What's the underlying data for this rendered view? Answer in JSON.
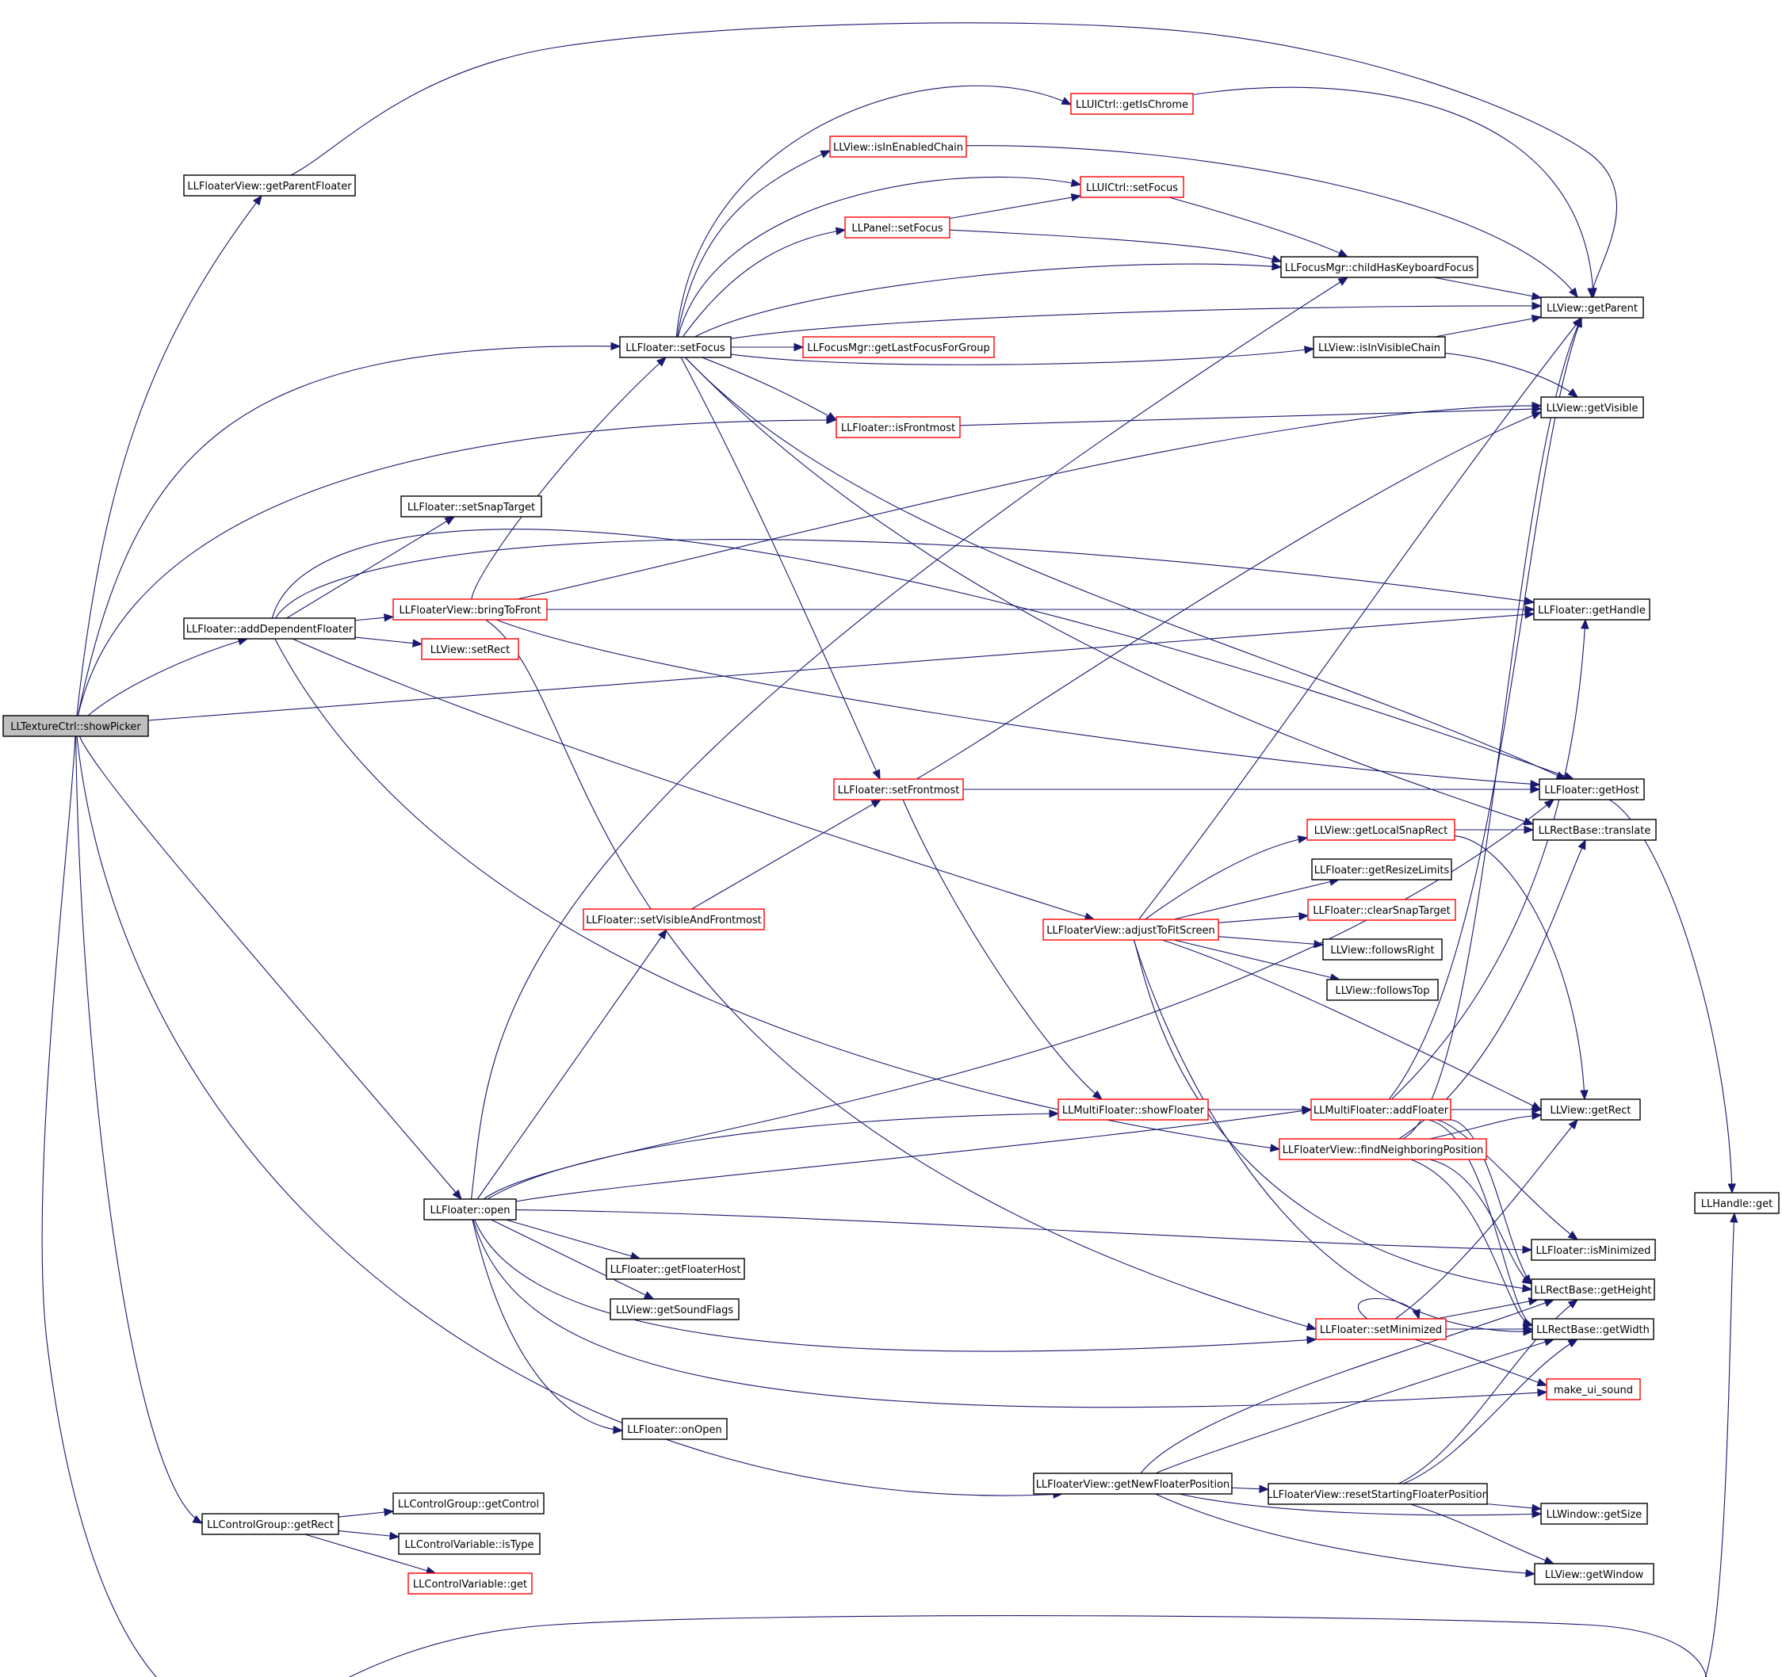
{
  "colors": {
    "edge": "#191970",
    "node_border_default": "#000000",
    "node_border_truncated": "#ff0000",
    "root_fill": "#bfbfbf",
    "background": "#ffffff"
  },
  "nodes": [
    {
      "id": "showPicker",
      "label": "LLTextureCtrl::showPicker",
      "border": "black",
      "root": true
    },
    {
      "id": "getParentFloater",
      "label": "LLFloaterView::getParentFloater",
      "border": "black"
    },
    {
      "id": "addDependentFloater",
      "label": "LLFloater::addDependentFloater",
      "border": "black"
    },
    {
      "id": "setSnapTarget",
      "label": "LLFloater::setSnapTarget",
      "border": "black"
    },
    {
      "id": "bringToFront",
      "label": "LLFloaterView::bringToFront",
      "border": "red"
    },
    {
      "id": "setRectView",
      "label": "LLView::setRect",
      "border": "red"
    },
    {
      "id": "setFocusFloater",
      "label": "LLFloater::setFocus",
      "border": "black"
    },
    {
      "id": "getIsChrome",
      "label": "LLUICtrl::getIsChrome",
      "border": "red"
    },
    {
      "id": "isInEnabledChain",
      "label": "LLView::isInEnabledChain",
      "border": "red"
    },
    {
      "id": "setFocusUICtrl",
      "label": "LLUICtrl::setFocus",
      "border": "red"
    },
    {
      "id": "setFocusPanel",
      "label": "LLPanel::setFocus",
      "border": "red"
    },
    {
      "id": "childHasKeyboardFocus",
      "label": "LLFocusMgr::childHasKeyboardFocus",
      "border": "black"
    },
    {
      "id": "getLastFocusForGroup",
      "label": "LLFocusMgr::getLastFocusForGroup",
      "border": "red"
    },
    {
      "id": "isInVisibleChain",
      "label": "LLView::isInVisibleChain",
      "border": "black"
    },
    {
      "id": "isFrontmost",
      "label": "LLFloater::isFrontmost",
      "border": "red"
    },
    {
      "id": "getParent",
      "label": "LLView::getParent",
      "border": "black"
    },
    {
      "id": "getVisible",
      "label": "LLView::getVisible",
      "border": "black"
    },
    {
      "id": "getHandle",
      "label": "LLFloater::getHandle",
      "border": "black"
    },
    {
      "id": "setFrontmost",
      "label": "LLFloater::setFrontmost",
      "border": "red"
    },
    {
      "id": "getHost",
      "label": "LLFloater::getHost",
      "border": "black"
    },
    {
      "id": "translate",
      "label": "LLRectBase::translate",
      "border": "black"
    },
    {
      "id": "getLocalSnapRect",
      "label": "LLView::getLocalSnapRect",
      "border": "red"
    },
    {
      "id": "getResizeLimits",
      "label": "LLFloater::getResizeLimits",
      "border": "black"
    },
    {
      "id": "clearSnapTarget",
      "label": "LLFloater::clearSnapTarget",
      "border": "red"
    },
    {
      "id": "adjustToFitScreen",
      "label": "LLFloaterView::adjustToFitScreen",
      "border": "red"
    },
    {
      "id": "followsRight",
      "label": "LLView::followsRight",
      "border": "black"
    },
    {
      "id": "followsTop",
      "label": "LLView::followsTop",
      "border": "black"
    },
    {
      "id": "setVisibleAndFrontmost",
      "label": "LLFloater::setVisibleAndFrontmost",
      "border": "red"
    },
    {
      "id": "showFloater",
      "label": "LLMultiFloater::showFloater",
      "border": "red"
    },
    {
      "id": "addFloater",
      "label": "LLMultiFloater::addFloater",
      "border": "red"
    },
    {
      "id": "getRectView",
      "label": "LLView::getRect",
      "border": "black"
    },
    {
      "id": "findNeighboringPosition",
      "label": "LLFloaterView::findNeighboringPosition",
      "border": "red"
    },
    {
      "id": "open",
      "label": "LLFloater::open",
      "border": "black"
    },
    {
      "id": "getHandleGet",
      "label": "LLHandle::get",
      "border": "black"
    },
    {
      "id": "getFloaterHost",
      "label": "LLFloater::getFloaterHost",
      "border": "black"
    },
    {
      "id": "isMinimized",
      "label": "LLFloater::isMinimized",
      "border": "black"
    },
    {
      "id": "getSoundFlags",
      "label": "LLView::getSoundFlags",
      "border": "black"
    },
    {
      "id": "getHeight",
      "label": "LLRectBase::getHeight",
      "border": "black"
    },
    {
      "id": "setMinimized",
      "label": "LLFloater::setMinimized",
      "border": "red"
    },
    {
      "id": "getWidth",
      "label": "LLRectBase::getWidth",
      "border": "black"
    },
    {
      "id": "make_ui_sound",
      "label": "make_ui_sound",
      "border": "red"
    },
    {
      "id": "onOpen",
      "label": "LLFloater::onOpen",
      "border": "black"
    },
    {
      "id": "getNewFloaterPosition",
      "label": "LLFloaterView::getNewFloaterPosition",
      "border": "black"
    },
    {
      "id": "resetStartingFloaterPosition",
      "label": "LLFloaterView::resetStartingFloaterPosition",
      "border": "black"
    },
    {
      "id": "getControl",
      "label": "LLControlGroup::getControl",
      "border": "black"
    },
    {
      "id": "getRectCG",
      "label": "LLControlGroup::getRect",
      "border": "black"
    },
    {
      "id": "isType",
      "label": "LLControlVariable::isType",
      "border": "black"
    },
    {
      "id": "getWindowSize",
      "label": "LLWindow::getSize",
      "border": "black"
    },
    {
      "id": "cvGet",
      "label": "LLControlVariable::get",
      "border": "red"
    },
    {
      "id": "getWindow",
      "label": "LLView::getWindow",
      "border": "black"
    }
  ],
  "edges": [
    [
      "showPicker",
      "getParentFloater"
    ],
    [
      "showPicker",
      "setFocusFloater"
    ],
    [
      "showPicker",
      "isFrontmost"
    ],
    [
      "showPicker",
      "addDependentFloater"
    ],
    [
      "showPicker",
      "getHandle"
    ],
    [
      "showPicker",
      "open"
    ],
    [
      "showPicker",
      "getRectCG"
    ],
    [
      "showPicker",
      "getNewFloaterPosition"
    ],
    [
      "showPicker",
      "getHandleGet"
    ],
    [
      "getParentFloater",
      "getParent"
    ],
    [
      "addDependentFloater",
      "setSnapTarget"
    ],
    [
      "addDependentFloater",
      "bringToFront"
    ],
    [
      "addDependentFloater",
      "setRectView"
    ],
    [
      "addDependentFloater",
      "getHandle"
    ],
    [
      "addDependentFloater",
      "getHost"
    ],
    [
      "addDependentFloater",
      "adjustToFitScreen"
    ],
    [
      "addDependentFloater",
      "findNeighboringPosition"
    ],
    [
      "bringToFront",
      "setFocusFloater"
    ],
    [
      "bringToFront",
      "getHandle"
    ],
    [
      "bringToFront",
      "getVisible"
    ],
    [
      "bringToFront",
      "getHost"
    ],
    [
      "bringToFront",
      "setMinimized"
    ],
    [
      "setFocusFloater",
      "getIsChrome"
    ],
    [
      "setFocusFloater",
      "isInEnabledChain"
    ],
    [
      "setFocusFloater",
      "setFocusUICtrl"
    ],
    [
      "setFocusFloater",
      "setFocusPanel"
    ],
    [
      "setFocusFloater",
      "childHasKeyboardFocus"
    ],
    [
      "setFocusFloater",
      "getParent"
    ],
    [
      "setFocusFloater",
      "getLastFocusForGroup"
    ],
    [
      "setFocusFloater",
      "isInVisibleChain"
    ],
    [
      "setFocusFloater",
      "isFrontmost"
    ],
    [
      "setFocusFloater",
      "setFrontmost"
    ],
    [
      "setFocusFloater",
      "getHost"
    ],
    [
      "setFocusFloater",
      "translate"
    ],
    [
      "getIsChrome",
      "getParent"
    ],
    [
      "isInEnabledChain",
      "getParent"
    ],
    [
      "setFocusUICtrl",
      "childHasKeyboardFocus"
    ],
    [
      "setFocusPanel",
      "setFocusUICtrl"
    ],
    [
      "setFocusPanel",
      "childHasKeyboardFocus"
    ],
    [
      "childHasKeyboardFocus",
      "getParent"
    ],
    [
      "isInVisibleChain",
      "getParent"
    ],
    [
      "isInVisibleChain",
      "getVisible"
    ],
    [
      "isFrontmost",
      "getVisible"
    ],
    [
      "setFrontmost",
      "getVisible"
    ],
    [
      "setFrontmost",
      "getHost"
    ],
    [
      "setFrontmost",
      "showFloater"
    ],
    [
      "getHost",
      "getHandleGet"
    ],
    [
      "adjustToFitScreen",
      "getParent"
    ],
    [
      "adjustToFitScreen",
      "getLocalSnapRect"
    ],
    [
      "adjustToFitScreen",
      "getResizeLimits"
    ],
    [
      "adjustToFitScreen",
      "clearSnapTarget"
    ],
    [
      "adjustToFitScreen",
      "followsRight"
    ],
    [
      "adjustToFitScreen",
      "followsTop"
    ],
    [
      "adjustToFitScreen",
      "getRectView"
    ],
    [
      "adjustToFitScreen",
      "getHeight"
    ],
    [
      "adjustToFitScreen",
      "getWidth"
    ],
    [
      "getLocalSnapRect",
      "translate"
    ],
    [
      "getLocalSnapRect",
      "getRectView"
    ],
    [
      "setVisibleAndFrontmost",
      "setFrontmost"
    ],
    [
      "showFloater",
      "addFloater"
    ],
    [
      "addFloater",
      "getParent"
    ],
    [
      "addFloater",
      "getHandle"
    ],
    [
      "addFloater",
      "getRectView"
    ],
    [
      "addFloater",
      "isMinimized"
    ],
    [
      "addFloater",
      "getHeight"
    ],
    [
      "addFloater",
      "getWidth"
    ],
    [
      "findNeighboringPosition",
      "getParent"
    ],
    [
      "findNeighboringPosition",
      "getRectView"
    ],
    [
      "findNeighboringPosition",
      "translate"
    ],
    [
      "findNeighboringPosition",
      "getHeight"
    ],
    [
      "findNeighboringPosition",
      "getWidth"
    ],
    [
      "open",
      "childHasKeyboardFocus"
    ],
    [
      "open",
      "setVisibleAndFrontmost"
    ],
    [
      "open",
      "getHost"
    ],
    [
      "open",
      "showFloater"
    ],
    [
      "open",
      "addFloater"
    ],
    [
      "open",
      "isMinimized"
    ],
    [
      "open",
      "getFloaterHost"
    ],
    [
      "open",
      "getSoundFlags"
    ],
    [
      "open",
      "setMinimized"
    ],
    [
      "open",
      "make_ui_sound"
    ],
    [
      "open",
      "onOpen"
    ],
    [
      "setMinimized",
      "setMinimized"
    ],
    [
      "setMinimized",
      "getRectView"
    ],
    [
      "setMinimized",
      "getHeight"
    ],
    [
      "setMinimized",
      "getWidth"
    ],
    [
      "setMinimized",
      "make_ui_sound"
    ],
    [
      "getNewFloaterPosition",
      "getHeight"
    ],
    [
      "getNewFloaterPosition",
      "getWidth"
    ],
    [
      "getNewFloaterPosition",
      "resetStartingFloaterPosition"
    ],
    [
      "getNewFloaterPosition",
      "getWindowSize"
    ],
    [
      "getNewFloaterPosition",
      "getWindow"
    ],
    [
      "resetStartingFloaterPosition",
      "getWidth"
    ],
    [
      "resetStartingFloaterPosition",
      "getHeight"
    ],
    [
      "resetStartingFloaterPosition",
      "getWindowSize"
    ],
    [
      "resetStartingFloaterPosition",
      "getWindow"
    ],
    [
      "getRectCG",
      "getControl"
    ],
    [
      "getRectCG",
      "isType"
    ],
    [
      "getRectCG",
      "cvGet"
    ]
  ]
}
